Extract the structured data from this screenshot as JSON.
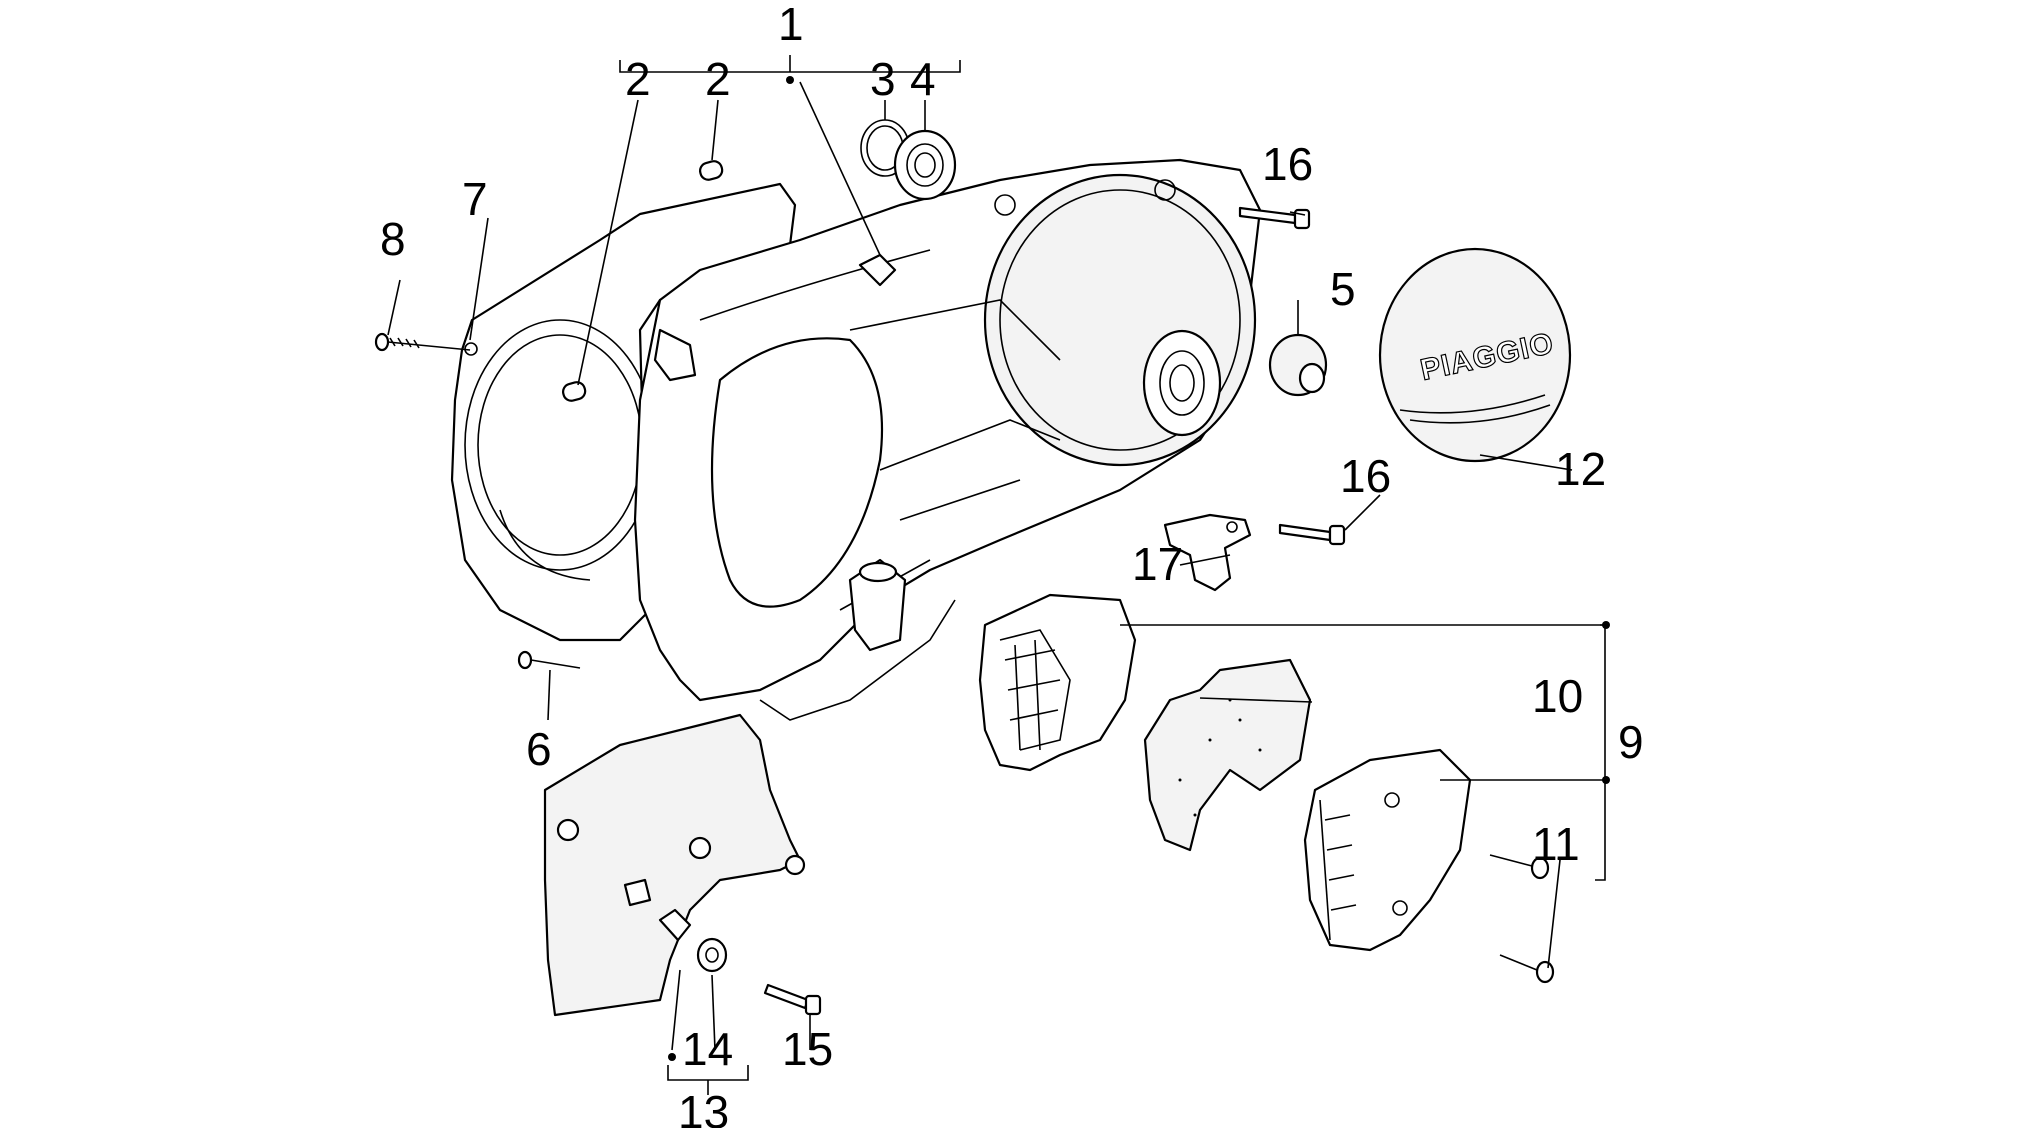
{
  "callouts": {
    "c1": "1",
    "c2a": "2",
    "c2b": "2",
    "c3": "3",
    "c4": "4",
    "c5": "5",
    "c6": "6",
    "c7": "7",
    "c8": "8",
    "c9": "9",
    "c10": "10",
    "c11": "11",
    "c12": "12",
    "c13": "13",
    "c14": "14",
    "c15": "15",
    "c16a": "16",
    "c16b": "16",
    "c17": "17"
  },
  "cover_logo": "PIAGGIO"
}
